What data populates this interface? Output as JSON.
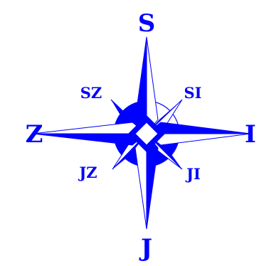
{
  "compass": {
    "labels": {
      "north": "S",
      "south": "J",
      "west": "Z",
      "east": "I",
      "northwest": "SZ",
      "northeast": "SI",
      "southwest": "JZ",
      "southeast": "JI"
    },
    "colors": {
      "primary": "#0000ff",
      "outline": "#0000ff",
      "background": "#ffffff"
    }
  }
}
